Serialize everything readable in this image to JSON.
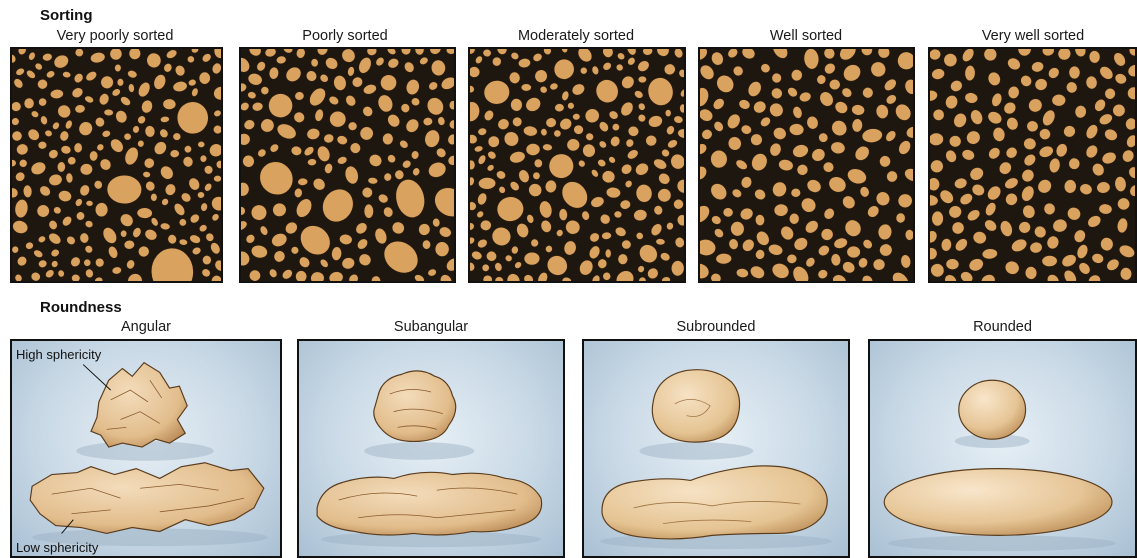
{
  "sorting": {
    "title": "Sorting",
    "panels": [
      {
        "label": "Very poorly sorted"
      },
      {
        "label": "Poorly sorted"
      },
      {
        "label": "Moderately sorted"
      },
      {
        "label": "Well sorted"
      },
      {
        "label": "Very well sorted"
      }
    ]
  },
  "roundness": {
    "title": "Roundness",
    "panels": [
      {
        "label": "Angular"
      },
      {
        "label": "Subangular"
      },
      {
        "label": "Subrounded"
      },
      {
        "label": "Rounded"
      }
    ],
    "callouts": {
      "high": "High sphericity",
      "low": "Low sphericity"
    }
  },
  "colors": {
    "grain": "#d9a25e",
    "matrix": "#1e1710",
    "pebble": "#e7c9a0",
    "background_blue": "#c9d9e6"
  }
}
